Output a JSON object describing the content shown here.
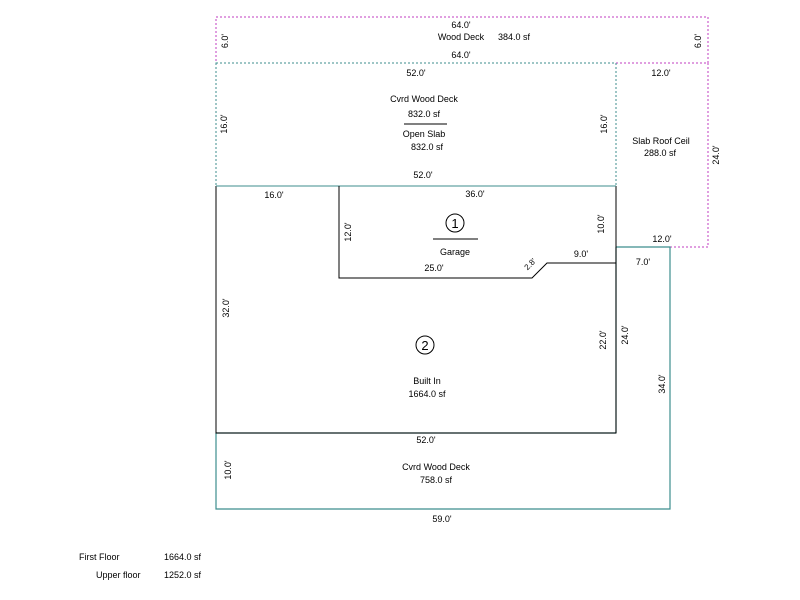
{
  "colors": {
    "magenta": "#c03cc0",
    "teal": "#3c8e8e",
    "black": "#000000"
  },
  "areas": {
    "wood_deck_top": {
      "name": "Wood Deck",
      "area": "384.0 sf",
      "dim_top": "64.0'",
      "dim_bottom": "64.0'",
      "dim_left": "6.0'",
      "dim_right": "6.0'"
    },
    "cvrd_deck_upper": {
      "name": "Cvrd Wood Deck",
      "area": "832.0 sf",
      "dim_top": "52.0'",
      "dim_bottom": "52.0'",
      "dim_left": "16.0'",
      "dim_right": "16.0'"
    },
    "open_slab": {
      "name": "Open Slab",
      "area": "832.0 sf"
    },
    "slab_roof": {
      "name": "Slab Roof Ceil",
      "area": "288.0 sf",
      "dim_top": "12.0'",
      "dim_bottom": "12.0'",
      "dim_right": "24.0'"
    },
    "garage": {
      "marker": "1",
      "name": "Garage",
      "dim_top": "36.0'",
      "dim_left": "12.0'",
      "dim_right": "10.0'",
      "dim_bottom": "25.0'",
      "dim_angle": "2.8'",
      "dim_step": "9.0'"
    },
    "built_in": {
      "marker": "2",
      "name": "Built In",
      "area": "1664.0 sf",
      "dim_top_left": "16.0'",
      "dim_left": "32.0'",
      "dim_right": "22.0'",
      "dim_bottom": "52.0'"
    },
    "east_strip": {
      "dim_top": "7.0'",
      "dim_inner": "24.0'",
      "dim_outer": "34.0'"
    },
    "cvrd_deck_lower": {
      "name": "Cvrd Wood Deck",
      "area": "758.0 sf",
      "dim_left": "10.0'",
      "dim_bottom": "59.0'"
    }
  },
  "summary": {
    "first_floor_label": "First Floor",
    "first_floor_value": "1664.0 sf",
    "upper_floor_label": "Upper floor",
    "upper_floor_value": "1252.0 sf"
  }
}
